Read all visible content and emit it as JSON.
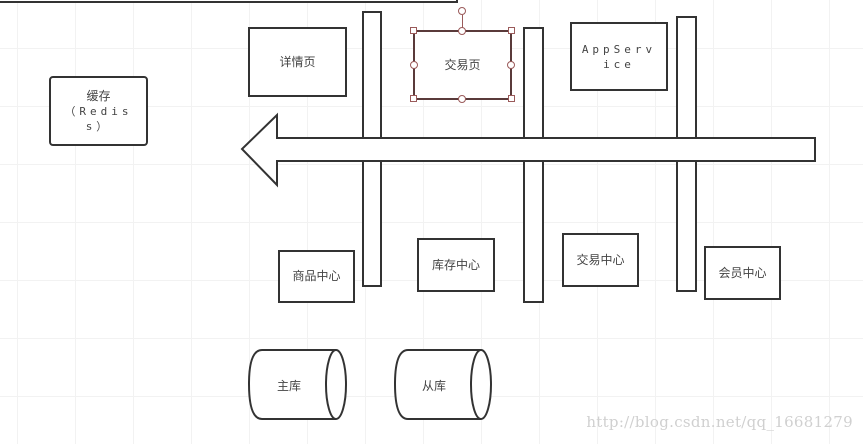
{
  "diagram": {
    "top_box": {
      "label": ""
    },
    "cache": {
      "line1": "缓存",
      "line2": "（Redis",
      "line3": "s）"
    },
    "pages": {
      "detail": "详情页",
      "trade": "交易页",
      "app_service_line1": "AppServ",
      "app_service_line2": "ice"
    },
    "services": {
      "product": "商品中心",
      "inventory": "库存中心",
      "trade": "交易中心",
      "member": "会员中心"
    },
    "databases": {
      "master": "主库",
      "slave": "从库"
    },
    "arrow": {
      "direction": "left"
    },
    "colors": {
      "stroke": "#333333",
      "selection": "#9a5a5a",
      "grid": "#f2f2f2",
      "watermark": "#d0d0d0"
    }
  },
  "watermark": "http://blog.csdn.net/qq_16681279"
}
